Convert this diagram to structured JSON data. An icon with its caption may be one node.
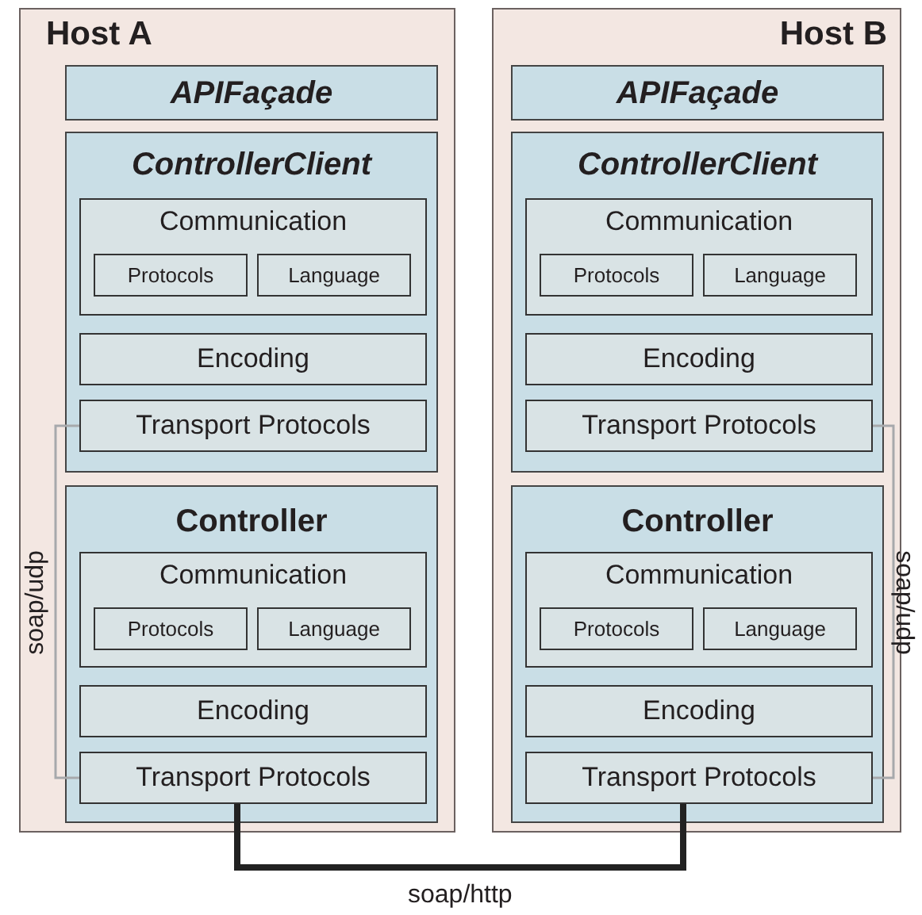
{
  "diagram": {
    "nodes": [
      {
        "text": [
          "Host A"
        ]
      },
      {
        "text": [
          "APIFaçade"
        ],
        "in": 0
      },
      {
        "text": [
          "ControllerClient"
        ],
        "in": 0
      },
      {
        "text": [
          "Communication"
        ],
        "in": 2
      },
      {
        "text": [
          "Protocols"
        ],
        "in": 3
      },
      {
        "text": [
          "Language"
        ],
        "in": 3
      },
      {
        "text": [
          "Encoding"
        ],
        "in": 2
      },
      {
        "text": [
          "Transport Protocols"
        ],
        "in": 2
      },
      {
        "text": [
          "Controller"
        ],
        "in": 0
      },
      {
        "text": [
          "Communication"
        ],
        "in": 8
      },
      {
        "text": [
          "Protocols"
        ],
        "in": 9
      },
      {
        "text": [
          "Language"
        ],
        "in": 9
      },
      {
        "text": [
          "Encoding"
        ],
        "in": 8
      },
      {
        "text": [
          "Transport Protocols"
        ],
        "in": 8
      },
      {
        "text": [
          "Host B"
        ]
      },
      {
        "text": [
          "APIFaçade"
        ],
        "in": 14
      },
      {
        "text": [
          "ControllerClient"
        ],
        "in": 14
      },
      {
        "text": [
          "Communication"
        ],
        "in": 16
      },
      {
        "text": [
          "Protocols"
        ],
        "in": 17
      },
      {
        "text": [
          "Language"
        ],
        "in": 17
      },
      {
        "text": [
          "Encoding"
        ],
        "in": 16
      },
      {
        "text": [
          "Transport Protocols"
        ],
        "in": 16
      },
      {
        "text": [
          "Controller"
        ],
        "in": 14
      },
      {
        "text": [
          "Communication"
        ],
        "in": 22
      },
      {
        "text": [
          "Protocols"
        ],
        "in": 23
      },
      {
        "text": [
          "Language"
        ],
        "in": 23
      },
      {
        "text": [
          "Encoding"
        ],
        "in": 22
      },
      {
        "text": [
          "Transport Protocols"
        ],
        "in": 22
      }
    ],
    "edges": [
      {
        "from": 7,
        "to": 13,
        "arrow": "none",
        "label": "soap/udp"
      },
      {
        "from": 21,
        "to": 27,
        "arrow": "none",
        "label": "soap/udp"
      },
      {
        "from": 13,
        "to": 27,
        "arrow": "none",
        "label": "soap/http",
        "style": "thick",
        "color": "#222222"
      }
    ]
  }
}
